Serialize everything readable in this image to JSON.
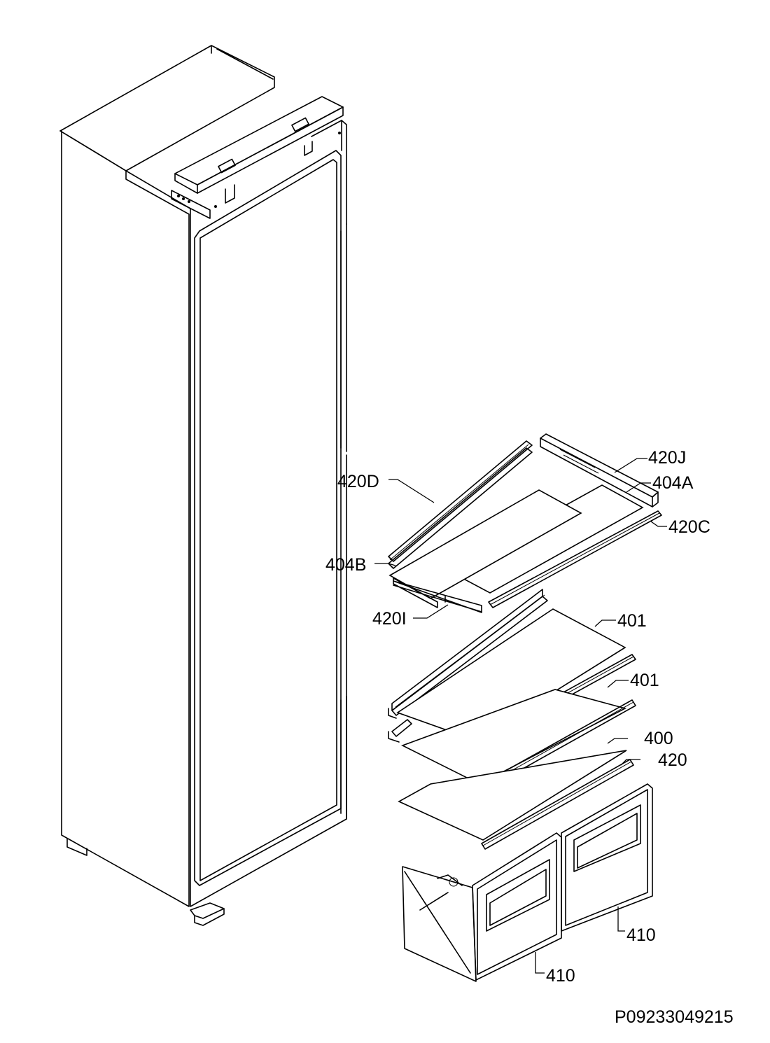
{
  "diagram": {
    "labels": {
      "p420J": "420J",
      "p420D": "420D",
      "p404A": "404A",
      "p420C": "420C",
      "p404B": "404B",
      "p420I": "420I",
      "p401a": "401",
      "p401b": "401",
      "p400": "400",
      "p420": "420",
      "p410a": "410",
      "p410b": "410"
    },
    "drawing_code": "P09233049215"
  }
}
